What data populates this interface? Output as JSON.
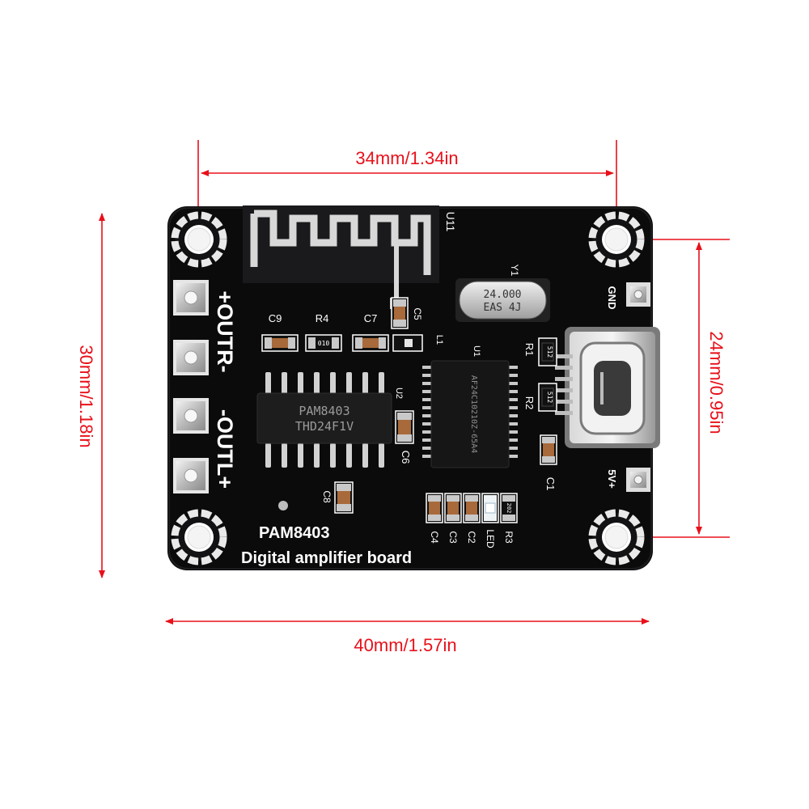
{
  "dimensions": {
    "top_width": "34mm/1.34in",
    "bottom_width": "40mm/1.57in",
    "left_height": "30mm/1.18in",
    "right_height": "24mm/0.95in"
  },
  "board": {
    "title": "PAM8403",
    "subtitle": "Digital amplifier board",
    "outputs_right": "+OUTR-",
    "outputs_left": "-OUTL+",
    "gnd_label": "GND",
    "vin_label": "5V+",
    "antenna_label": "U11",
    "amp_chip_line1": "PAM8403",
    "amp_chip_line2": "THD24F1V",
    "bt_chip_text": "AF24C10210Z-65A4",
    "crystal_line1": "24.000",
    "crystal_line2": "EAS 4J",
    "components": {
      "c9": "C9",
      "r4": "R4",
      "c7": "C7",
      "c5": "C5",
      "l1": "L1",
      "u1": "U1",
      "y1": "Y1",
      "r1": "R1",
      "r2": "R2",
      "u2": "U2",
      "c6": "C6",
      "c8": "C8",
      "c1": "C1",
      "c4": "C4",
      "c3": "C3",
      "c2": "C2",
      "led": "LED",
      "r3": "R3",
      "r4_code": "010",
      "r1_code": "512",
      "r2_code": "512",
      "r3_code": "202"
    }
  },
  "colors": {
    "dimension_red": "#e8101a",
    "pcb_black": "#0b0b0c",
    "silkscreen": "#ffffff",
    "pad_silver": "#c9c9c9"
  }
}
